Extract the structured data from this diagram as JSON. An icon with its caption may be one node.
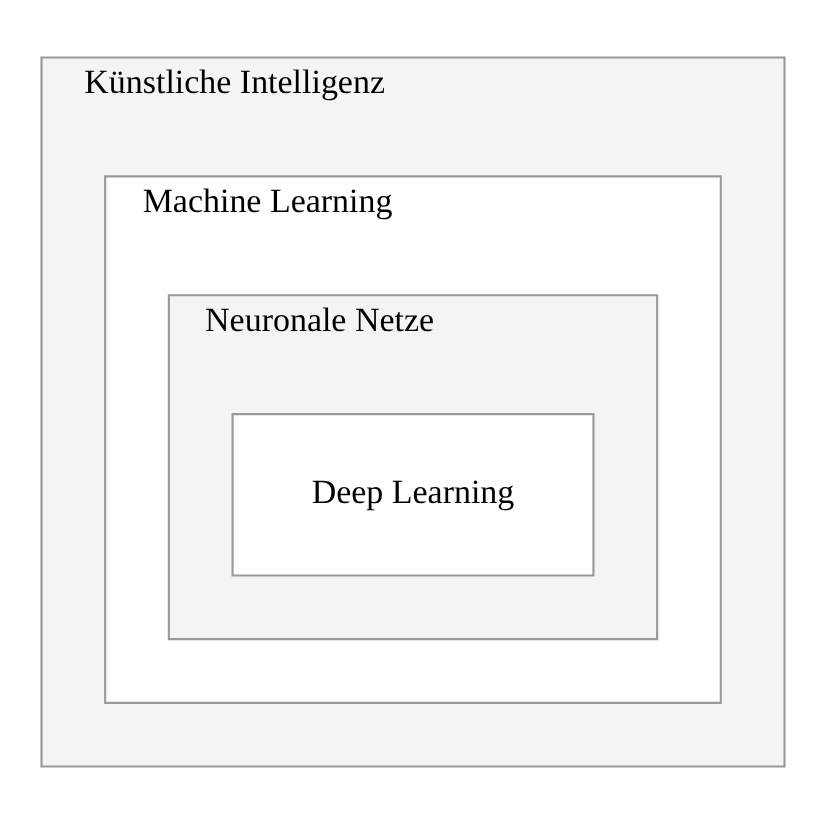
{
  "diagram": {
    "nodes": [
      {
        "text": [
          "Künstliche Intelligenz"
        ]
      },
      {
        "text": [
          "Machine Learning"
        ],
        "in": 0
      },
      {
        "text": [
          "Neuronale Netze"
        ],
        "in": 1
      },
      {
        "text": [
          "Deep Learning"
        ],
        "in": 2
      }
    ]
  }
}
